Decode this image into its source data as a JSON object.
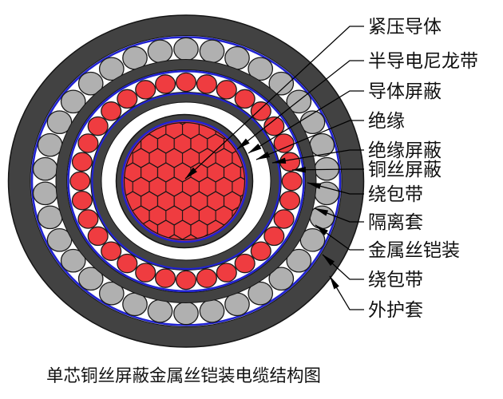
{
  "diagram": {
    "caption": "单芯铜丝屏蔽金属丝铠装电缆结构图",
    "labels": [
      {
        "text": "紧压导体"
      },
      {
        "text": "半导电尼龙带"
      },
      {
        "text": "导体屏蔽"
      },
      {
        "text": "绝缘"
      },
      {
        "text": "绝缘屏蔽"
      },
      {
        "text": "铜丝屏蔽"
      },
      {
        "text": "绕包带"
      },
      {
        "text": "隔离套"
      },
      {
        "text": "金属丝铠装"
      },
      {
        "text": "绕包带"
      },
      {
        "text": "外护套"
      }
    ],
    "colors": {
      "sheath_dark": "#424242",
      "tape_blue": "#2123d1",
      "wire_red": "#ef3c40",
      "armor_gray": "#b0b0b0",
      "line_black": "#141414",
      "background": "#ffffff"
    },
    "wires": {
      "armor": {
        "count": 34,
        "color": "#b0b0b0"
      },
      "copper_shield": {
        "count": 32,
        "color": "#ef3c40"
      }
    }
  }
}
